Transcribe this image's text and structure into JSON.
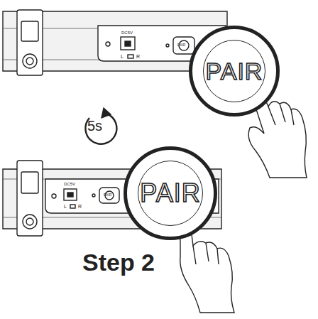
{
  "diagram": {
    "nodes": [
      {
        "text": [
          "PAIR"
        ]
      },
      {
        "text": [
          "PAIR"
        ]
      }
    ],
    "labels": [
      "DC5V",
      "L",
      "R",
      "PAIR",
      "5s",
      "DC5V",
      "L",
      "R",
      "PAIR",
      "Step 2"
    ]
  }
}
